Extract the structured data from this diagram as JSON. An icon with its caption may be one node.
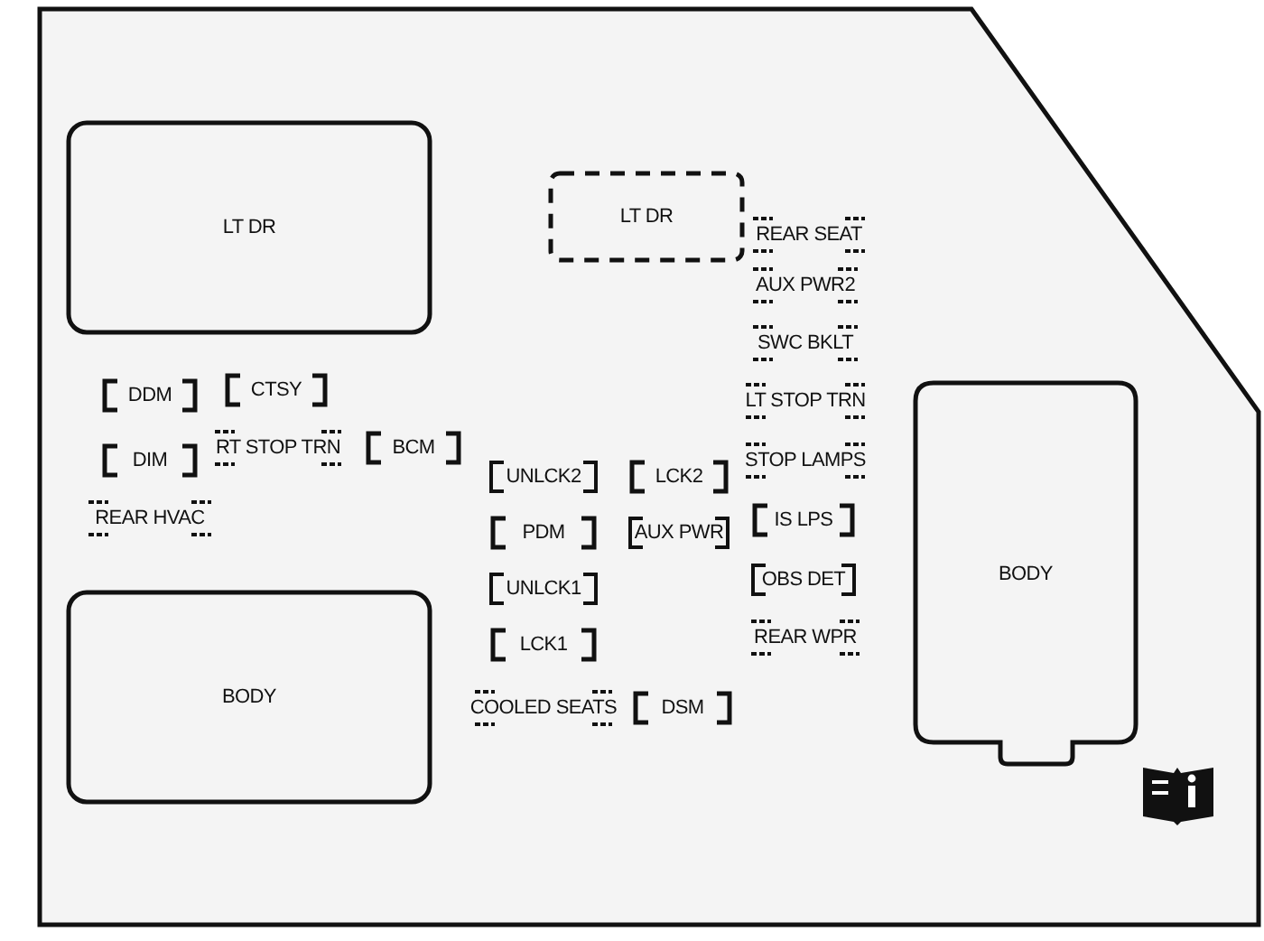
{
  "diagram": {
    "nodes": [
      {
        "text": [
          "LT DR"
        ]
      },
      {
        "text": [
          "LT DR"
        ]
      },
      {
        "text": [
          "REAR SEAT"
        ]
      },
      {
        "text": [
          "AUX PWR2"
        ]
      },
      {
        "text": [
          "SWC BKLT"
        ]
      },
      {
        "text": [
          "CTSY"
        ]
      },
      {
        "text": [
          "DDM"
        ]
      },
      {
        "text": [
          "LT STOP TRN"
        ]
      },
      {
        "text": [
          "BODY"
        ]
      },
      {
        "text": [
          "DIM"
        ]
      },
      {
        "text": [
          "RT STOP TRN"
        ]
      },
      {
        "text": [
          "BCM"
        ]
      },
      {
        "text": [
          "STOP LAMPS"
        ]
      },
      {
        "text": [
          "UNLCK2"
        ]
      },
      {
        "text": [
          "LCK2"
        ]
      },
      {
        "text": [
          "REAR HVAC"
        ]
      },
      {
        "text": [
          "IS LPS"
        ]
      },
      {
        "text": [
          "PDM"
        ]
      },
      {
        "text": [
          "AUX PWR"
        ]
      },
      {
        "text": [
          "OBS DET"
        ]
      },
      {
        "text": [
          "UNLCK1"
        ]
      },
      {
        "text": [
          "BODY"
        ]
      },
      {
        "text": [
          "REAR WPR"
        ]
      },
      {
        "text": [
          "LCK1"
        ]
      },
      {
        "text": [
          "COOLED SEATS"
        ]
      },
      {
        "text": [
          "DSM"
        ]
      }
    ]
  }
}
